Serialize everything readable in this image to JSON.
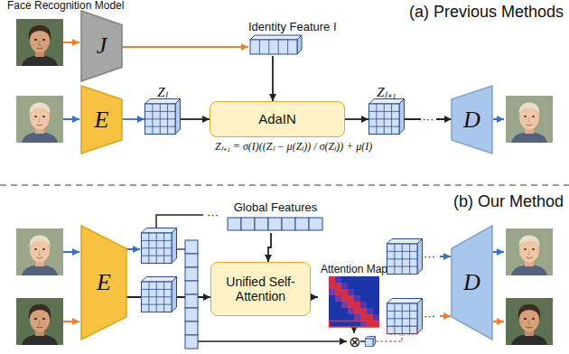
{
  "diagram": {
    "nodes": [
      {
        "text": [
          "Face Recognition Model",
          "J"
        ]
      },
      {
        "text": [
          "Identity Feature I"
        ]
      },
      {
        "text": [
          "E"
        ]
      },
      {
        "text": [
          "Zₗ"
        ]
      },
      {
        "text": [
          "AdaIN"
        ]
      },
      {
        "text": [
          "Zₗ₊₁"
        ]
      },
      {
        "text": [
          "D"
        ]
      },
      {
        "text": [
          "Global Features"
        ]
      },
      {
        "text": [
          "E"
        ]
      },
      {
        "text": [
          "Unified Self-Attention"
        ]
      },
      {
        "text": [
          "Attention Map"
        ]
      },
      {
        "text": [
          "D"
        ]
      }
    ],
    "edges": [
      {
        "from": 0,
        "to": 1,
        "arrow": "to"
      },
      {
        "from": 1,
        "to": 4,
        "arrow": "to"
      },
      {
        "from": 2,
        "to": 3,
        "arrow": "to"
      },
      {
        "from": 3,
        "to": 4,
        "arrow": "to"
      },
      {
        "from": 4,
        "to": 5,
        "arrow": "to"
      },
      {
        "from": 5,
        "to": 6,
        "arrow": "to",
        "label": "···"
      },
      {
        "from": 8,
        "to": 9,
        "arrow": "to"
      },
      {
        "from": 7,
        "to": 9,
        "arrow": "to"
      },
      {
        "from": 9,
        "to": 10,
        "arrow": "to"
      }
    ],
    "labels": [
      "(a) Previous Methods",
      "Zₗ₊₁ = σ(I)((Zₗ − μ(Zₗ)) / σ(Zₗ)) + μ(I)",
      "(b) Our Method",
      "···",
      "⊗",
      "···",
      "···"
    ]
  }
}
